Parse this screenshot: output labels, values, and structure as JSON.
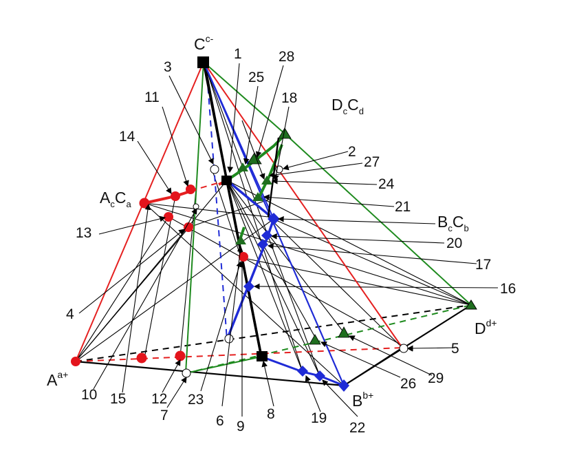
{
  "diagram": {
    "colors": {
      "black": "#000000",
      "red": "#e52020",
      "green": "#1e8a1e",
      "blue": "#1f2bd6",
      "point_red": "#e3141c",
      "point_green": "#1f6e1f"
    },
    "vertices": {
      "A": {
        "main": "A",
        "sup": "a+"
      },
      "B": {
        "main": "B",
        "sup": "b+"
      },
      "C": {
        "main": "C",
        "sup": "c-"
      },
      "D": {
        "main": "D",
        "sup": "d+"
      }
    },
    "edge_labels": {
      "AcCa": {
        "main1": "A",
        "sub1": "c",
        "main2": "C",
        "sub2": "a"
      },
      "BcCb": {
        "main1": "B",
        "sub1": "c",
        "main2": "C",
        "sub2": "b"
      },
      "DcCd": {
        "main1": "D",
        "sub1": "c",
        "main2": "C",
        "sub2": "d"
      }
    },
    "numbers": [
      "1",
      "2",
      "3",
      "4",
      "5",
      "6",
      "7",
      "8",
      "9",
      "10",
      "11",
      "12",
      "13",
      "14",
      "15",
      "16",
      "17",
      "18",
      "19",
      "20",
      "21",
      "22",
      "23",
      "24",
      "25",
      "26",
      "27",
      "28",
      "29"
    ]
  }
}
